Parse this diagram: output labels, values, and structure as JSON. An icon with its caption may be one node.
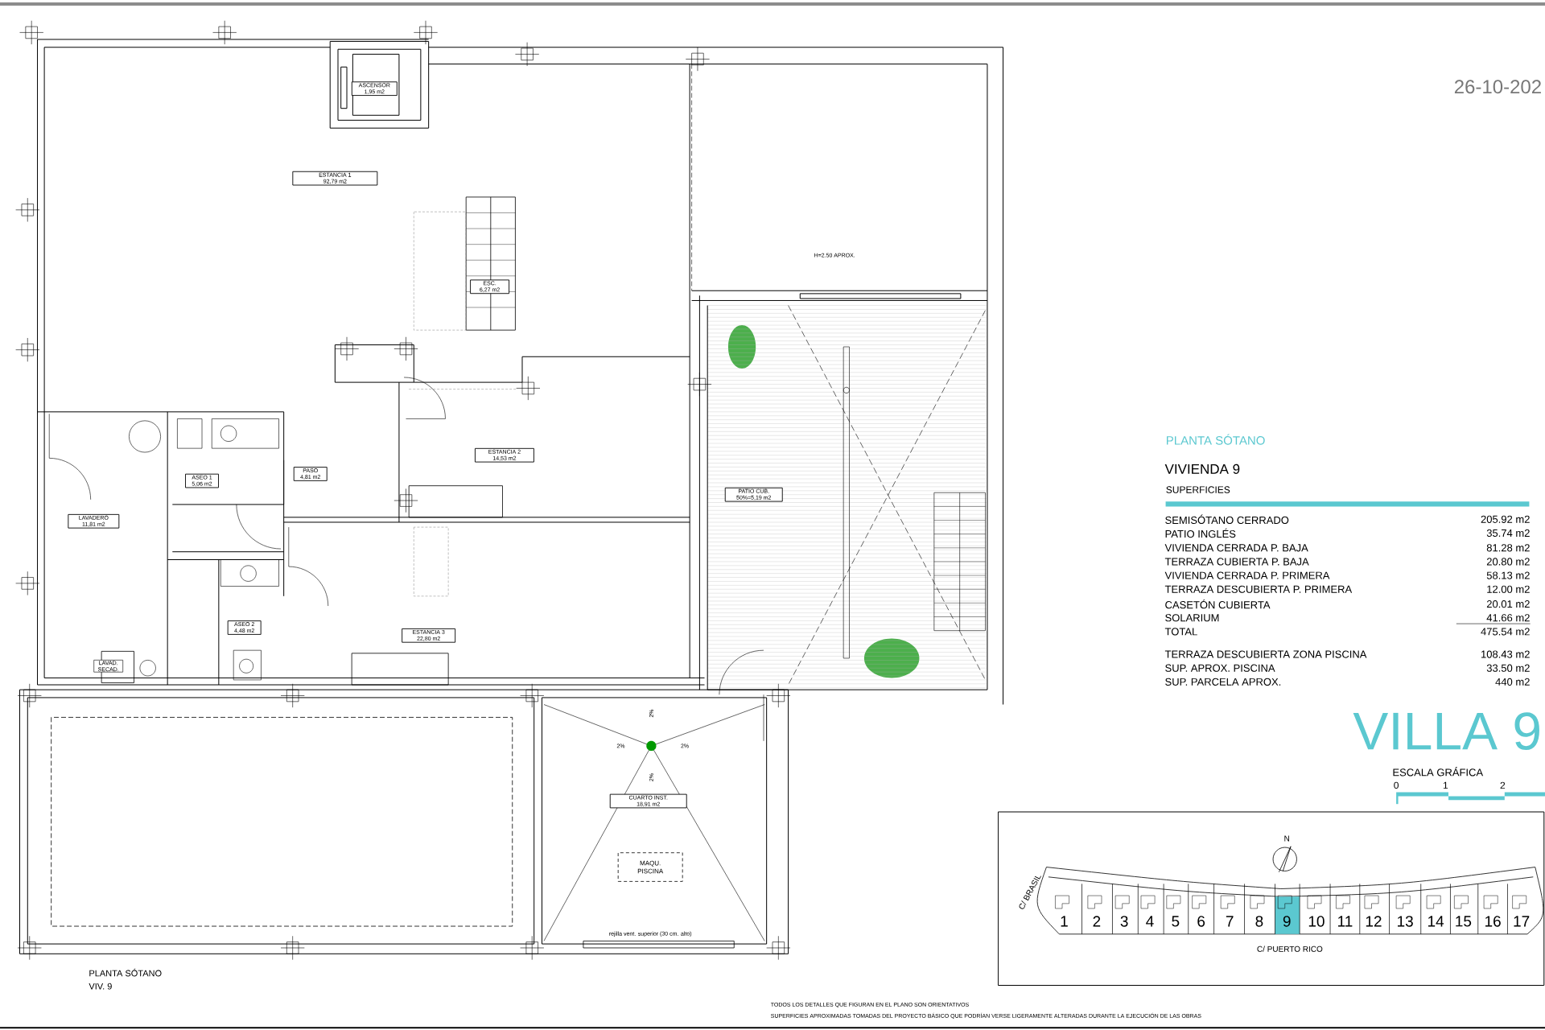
{
  "diagram": {
    "nodes": [
      {
        "text": [
          "ESTANCIA 1",
          "92,79 m2"
        ]
      },
      {
        "text": [
          "ASCENSOR",
          "1,95 m2"
        ]
      },
      {
        "text": [
          "ESC.",
          "6,27 m2"
        ]
      },
      {
        "text": [
          "ESTANCIA 2",
          "14,53 m2"
        ]
      },
      {
        "text": [
          "ASEO 1",
          "5,06 m2"
        ]
      },
      {
        "text": [
          "PASO",
          "4,81 m2"
        ]
      },
      {
        "text": [
          "LAVADERO",
          "11,81 m2"
        ]
      },
      {
        "text": [
          "PATIO CUB.",
          "50%=5,19 m2"
        ]
      },
      {
        "text": [
          "ASEO 2",
          "4,48 m2"
        ]
      },
      {
        "text": [
          "ESTANCIA 3",
          "22,80 m2"
        ]
      },
      {
        "text": [
          "LAVAD. SECAD."
        ]
      },
      {
        "text": [
          "CUARTO INST.",
          "18,91 m2"
        ]
      },
      {
        "text": [
          "MAQU. PISCINA"
        ]
      }
    ],
    "labels": [
      "26-10-202",
      "H=2.50 APROX.",
      "2%",
      "2%",
      "2%",
      "2%",
      "rejilla vent. superior (30 cm. alto)",
      "PLANTA SÓTANO",
      "VIVIENDA 9",
      "SUPERFICIES",
      "SEMISÓTANO CERRADO",
      "205.92 m2",
      "PATIO INGLÉS",
      "35.74 m2",
      "VIVIENDA CERRADA P. BAJA",
      "81.28 m2",
      "TERRAZA CUBIERTA P. BAJA",
      "20.80 m2",
      "VIVIENDA CERRADA P. PRIMERA",
      "58.13 m2",
      "TERRAZA DESCUBIERTA P. PRIMERA",
      "12.00 m2",
      "CASETÓN CUBIERTA",
      "20.01 m2",
      "SOLARIUM",
      "41.66 m2",
      "TOTAL",
      "475.54 m2",
      "TERRAZA DESCUBIERTA  ZONA PISCINA",
      "108.43 m2",
      "SUP.  APROX.  PISCINA",
      "33.50 m2",
      "SUP. PARCELA APROX.",
      "440 m2",
      "VILLA 9",
      "ESCALA GRÁFICA",
      "0",
      "1",
      "2",
      "N",
      "C/ BRASIL",
      "1",
      "2",
      "3",
      "4",
      "5",
      "6",
      "7",
      "8",
      "9",
      "10",
      "11",
      "12",
      "13",
      "14",
      "15",
      "16",
      "17",
      "C/ PUERTO RICO",
      "PLANTA SÓTANO",
      "VIV. 9",
      "TODOS LOS DETALLES QUE FIGURAN EN EL PLANO SON ORIENTATIVOS",
      "SUPERFICIES APROXIMADAS TOMADAS DEL PROYECTO BÁSICO QUE PODRÍAN VERSE LIGERAMENTE ALTERADAS DURANTE LA EJECUCIÓN DE LAS OBRAS"
    ]
  }
}
